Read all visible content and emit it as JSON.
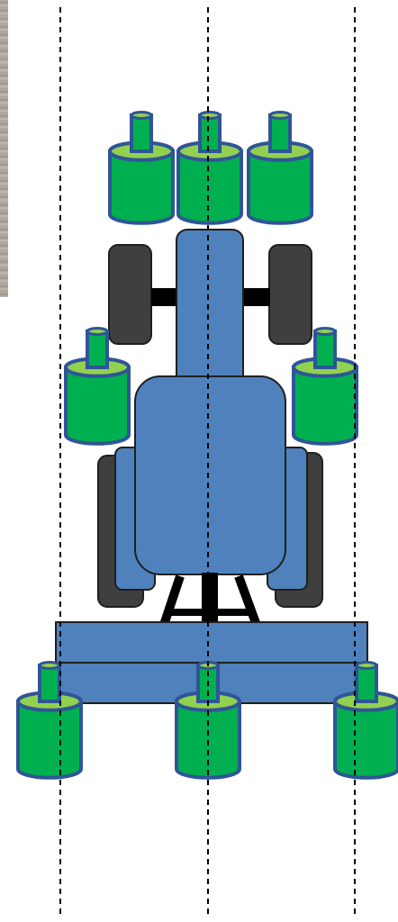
{
  "colors": {
    "background": "#ffffff",
    "body_blue": "#4f81bd",
    "outline_dark": "#1f1f1f",
    "tire_gray": "#3f3f3f",
    "axle_black": "#000000",
    "emitter_green": "#00b050",
    "emitter_light_green": "#92d050",
    "emitter_outline": "#2f5597",
    "guide_line": "#000000"
  },
  "diagram": {
    "subject": "top-view-tractor-with-sprayer-units",
    "guide_lines": {
      "count": 3,
      "style": "dashed"
    },
    "units": {
      "front_row": 3,
      "side": 2,
      "boom_row": 3
    },
    "icons": [
      "tractor-icon",
      "wheel-icon",
      "sprayer-unit-icon",
      "field-photo-icon"
    ]
  }
}
